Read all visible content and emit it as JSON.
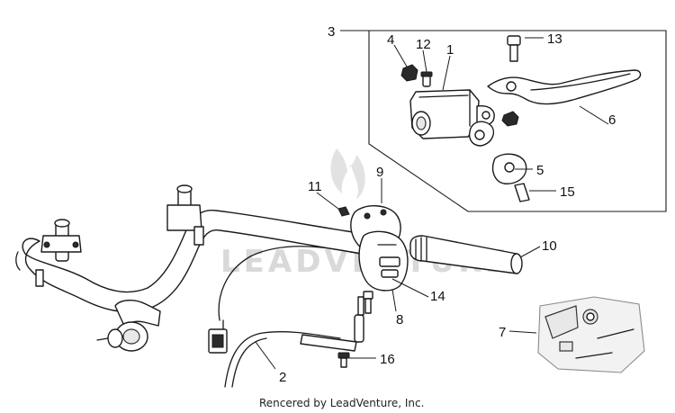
{
  "watermark": "LEADVENTURE",
  "credit": "Rencered by LeadVenture, Inc.",
  "callouts": [
    "1",
    "2",
    "3",
    "4",
    "5",
    "6",
    "7",
    "8",
    "9",
    "10",
    "11",
    "12",
    "13",
    "14",
    "15",
    "16"
  ],
  "parts": {
    "handlebar": "handlebar-tube",
    "grip": "throttle-grip",
    "switch": "switch-housing",
    "master_cylinder": "master-cylinder",
    "lever": "front-brake-lever",
    "cable": "throttle-cable",
    "inset": "reference-inset"
  }
}
